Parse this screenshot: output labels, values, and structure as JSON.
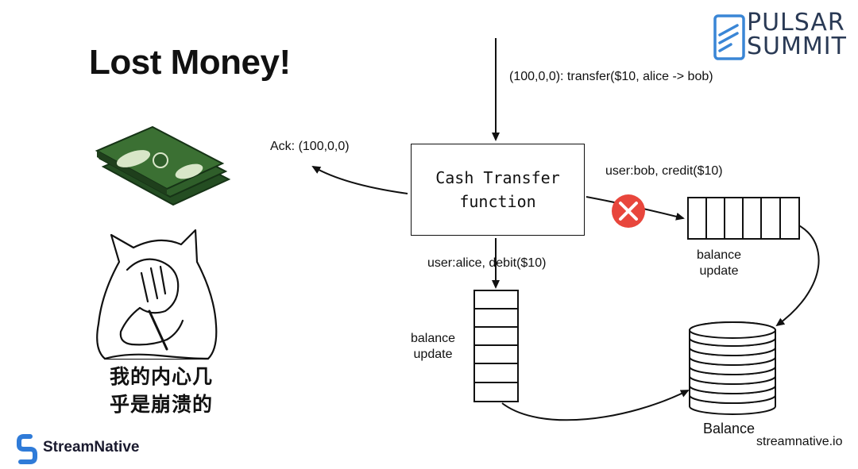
{
  "slide": {
    "title": "Lost Money!",
    "caption_line1": "我的内心几",
    "caption_line2": "乎是崩溃的"
  },
  "logos": {
    "pulsar_line1": "PULSAR",
    "pulsar_line2": "SUMMIT",
    "streamnative": "StreamNative",
    "website": "streamnative.io"
  },
  "diagram": {
    "input_event": "(100,0,0): transfer($10, alice -> bob)",
    "ack": "Ack: (100,0,0)",
    "function_line1": "Cash Transfer",
    "function_line2": "function",
    "bob_message": "user:bob, credit($10)",
    "alice_message": "user:alice, debit($10)",
    "queue_right_line1": "balance",
    "queue_right_line2": "update",
    "queue_left_line1": "balance",
    "queue_left_line2": "update",
    "balance_store": "Balance"
  },
  "colors": {
    "money_green": "#2f5e2a",
    "failure_red": "#e8463c",
    "pulsar_blue": "#3a86d6",
    "streamnative_blue": "#2f7bd8"
  },
  "icons": [
    "cash-stack-icon",
    "facepalm-cat-icon",
    "failure-x-icon",
    "pulsar-logo-icon",
    "streamnative-logo-icon"
  ]
}
